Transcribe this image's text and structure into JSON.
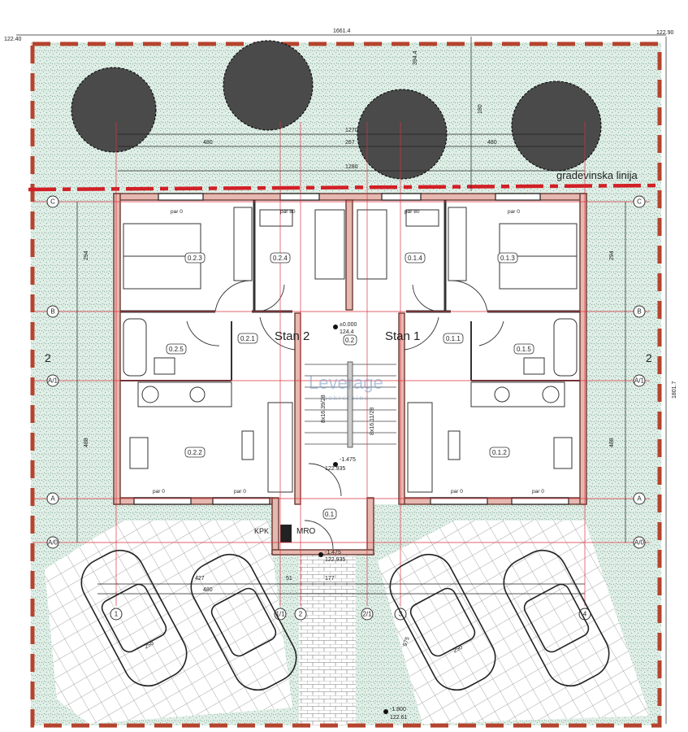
{
  "dimensions": {
    "total_width": "1661.4",
    "left_elev": "122.40",
    "right_elev": "122.90",
    "d1280": "1280",
    "d1270": "1270",
    "d480a": "480",
    "d480b": "480",
    "d267": "267",
    "d394": "394.4",
    "d180": "180",
    "d1801": "1801.7",
    "d427": "427",
    "d480c": "480",
    "d51": "51",
    "d177": "177",
    "d575": "575",
    "d250a": "250",
    "d250b": "250",
    "d488a": "488",
    "d488b": "488",
    "d294a": "294",
    "d294b": "294"
  },
  "building_line_label": "gradevinska linija",
  "apartments": {
    "stan2": "Stan 2",
    "stan1": "Stan 1"
  },
  "rooms": {
    "r023": "0.2.3",
    "r024": "0.2.4",
    "r014": "0.1.4",
    "r013": "0.1.3",
    "r021": "0.2.1",
    "r025": "0.2.5",
    "r011": "0.1.1",
    "r015": "0.1.5",
    "r022": "0.2.2",
    "r012": "0.1.2",
    "r02": "0.2",
    "r01": "0.1"
  },
  "window_labels": {
    "p0": "par 0",
    "p80": "par 80"
  },
  "elevations": {
    "e0": "±0.000",
    "e0b": "124.4",
    "e1": "-1.475",
    "e1b": "122.935",
    "e2": "-1.475",
    "e2b": "122.935",
    "e3": "-1.800",
    "e3b": "122.61"
  },
  "stair_labels": {
    "s2": "8x16.39/28",
    "s1": "8x16.11/28"
  },
  "utility_labels": {
    "mro": "MRO",
    "kpk": "KPK"
  },
  "section_marker": "2",
  "grid_axes": {
    "rows": [
      "C",
      "B",
      "A/1",
      "A",
      "A/0"
    ],
    "cols": [
      "1",
      "1/1",
      "2",
      "2/1",
      "3",
      "4"
    ]
  },
  "watermark": {
    "text": "Leverage",
    "sub": "nekretnine"
  },
  "colors": {
    "boundary": "#c0392b",
    "grid": "#d9333f",
    "lawn": "#dfeee6",
    "wall_hatch": "#e7b8b0"
  }
}
